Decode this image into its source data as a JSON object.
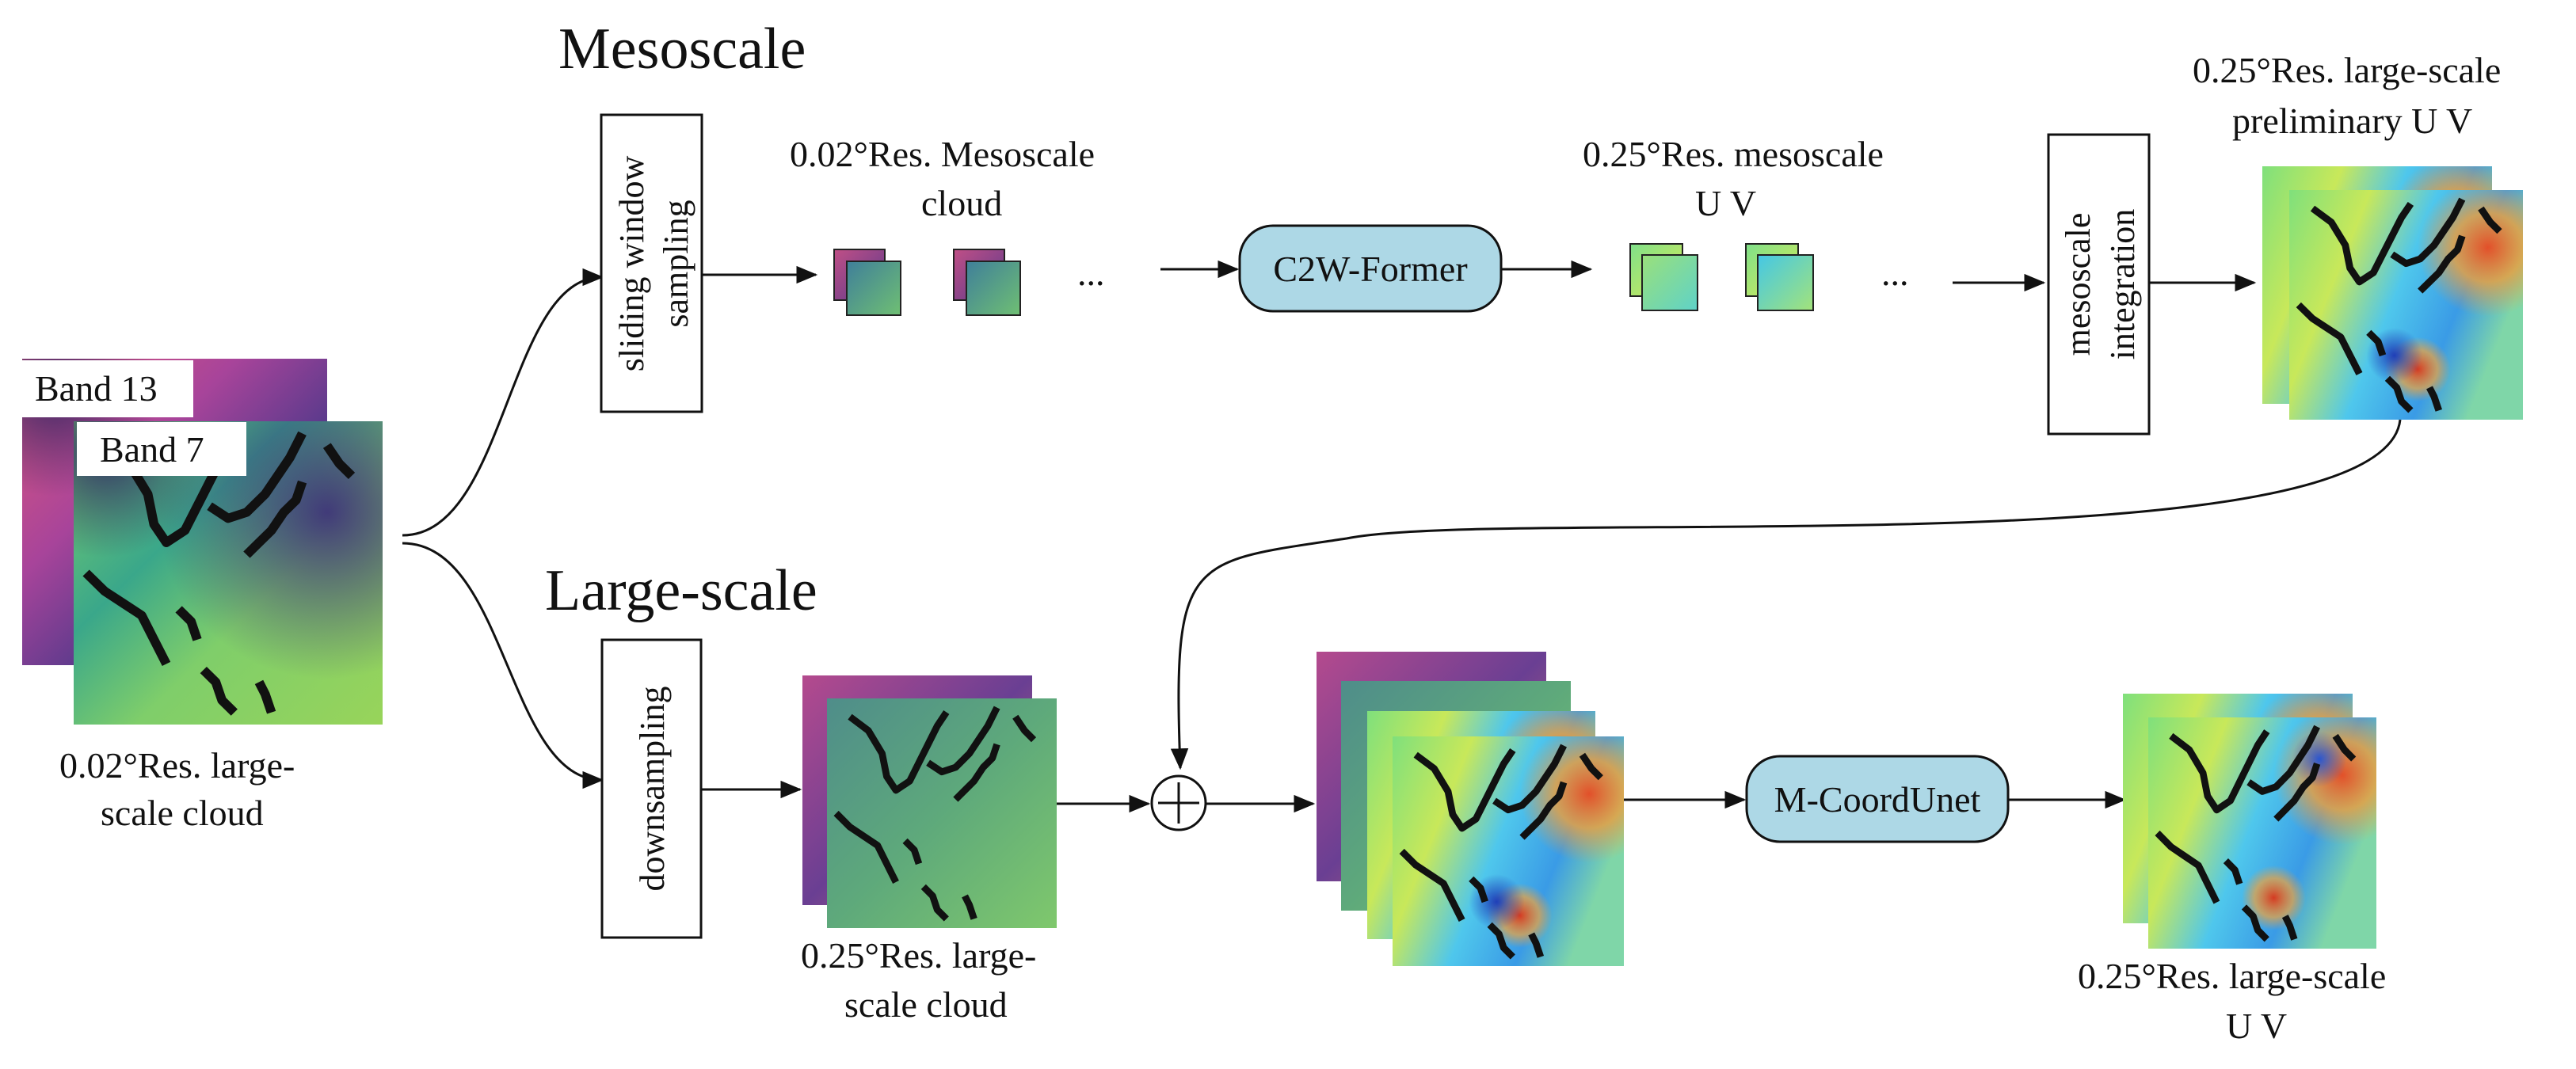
{
  "titles": {
    "mesoscale": "Mesoscale",
    "large_scale": "Large-scale"
  },
  "input": {
    "band13": "Band 13",
    "band7": "Band 7",
    "caption_line1": "0.02°Res. large-",
    "caption_line2": "scale cloud"
  },
  "meso": {
    "sampling_line1": "sliding window",
    "sampling_line2": "sampling",
    "cloud_line1": "0.02°Res. Mesoscale",
    "cloud_line2": "cloud",
    "ellipsis": "...",
    "model": "C2W-Former",
    "uv_line1": "0.25°Res. mesoscale",
    "uv_line2": "U V",
    "ellipsis2": "...",
    "integration_line1": "mesoscale",
    "integration_line2": "integration",
    "prelim_line1": "0.25°Res. large-scale",
    "prelim_line2": "preliminary U V"
  },
  "large": {
    "downsampling": "downsampling",
    "cloud_line1": "0.25°Res. large-",
    "cloud_line2": "scale cloud",
    "model": "M-CoordUnet",
    "output_line1": "0.25°Res. large-scale",
    "output_line2": "U V"
  },
  "colors": {
    "model_fill": "#add8e6",
    "stroke": "#111111",
    "cloud_purple": "#5b3a8c",
    "cloud_green": "#6fbf73",
    "cloud_orange": "#f08a4b",
    "wind_cyan": "#3fc8e8",
    "wind_yellow": "#f2e34c",
    "wind_red": "#e2502a"
  }
}
